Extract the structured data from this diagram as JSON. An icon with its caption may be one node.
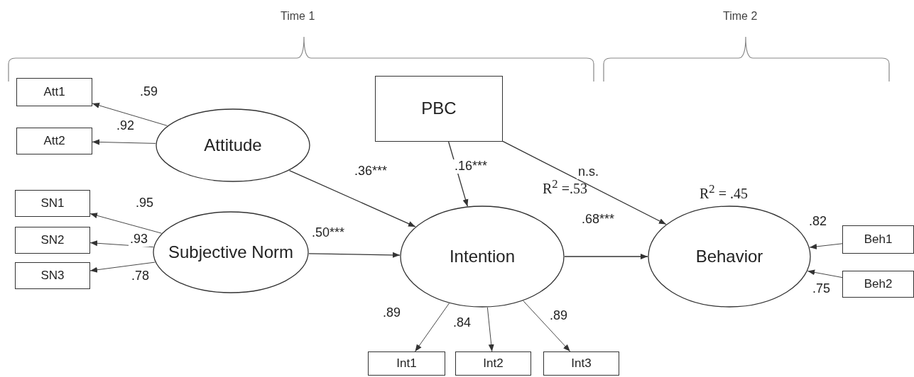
{
  "diagram": {
    "nodes": [
      {
        "text": [
          "Att1"
        ]
      },
      {
        "text": [
          "Att2"
        ]
      },
      {
        "text": [
          "Attitude"
        ]
      },
      {
        "text": [
          "PBC"
        ]
      },
      {
        "text": [
          "SN1"
        ]
      },
      {
        "text": [
          "SN2"
        ]
      },
      {
        "text": [
          "SN3"
        ]
      },
      {
        "text": [
          "Subjective Norm"
        ]
      },
      {
        "text": [
          "Intention"
        ],
        "beside": [
          "R$^{2}$ =.53"
        ]
      },
      {
        "text": [
          "Behavior"
        ],
        "beside": [
          "R$^{2}$ = .45"
        ]
      },
      {
        "text": [
          "Beh1"
        ]
      },
      {
        "text": [
          "Beh2"
        ]
      },
      {
        "text": [
          "Int1"
        ]
      },
      {
        "text": [
          "Int2"
        ]
      },
      {
        "text": [
          "Int3"
        ]
      }
    ],
    "edges": [
      {
        "from": 2,
        "to": 0,
        "arrow": "to",
        "label": ".59"
      },
      {
        "from": 2,
        "to": 1,
        "arrow": "to",
        "label": ".92"
      },
      {
        "from": 7,
        "to": 4,
        "arrow": "to",
        "label": ".95"
      },
      {
        "from": 7,
        "to": 5,
        "arrow": "to",
        "label": ".93"
      },
      {
        "from": 7,
        "to": 6,
        "arrow": "to",
        "label": ".78"
      },
      {
        "from": 2,
        "to": 8,
        "arrow": "to",
        "label": ".36***"
      },
      {
        "from": 3,
        "to": 8,
        "arrow": "to",
        "label": ".16***"
      },
      {
        "from": 3,
        "to": 9,
        "arrow": "to",
        "label": "n.s."
      },
      {
        "from": 7,
        "to": 8,
        "arrow": "to",
        "label": ".50***"
      },
      {
        "from": 8,
        "to": 9,
        "arrow": "to",
        "label": ".68***"
      },
      {
        "from": 10,
        "to": 9,
        "arrow": "to",
        "label": ".82"
      },
      {
        "from": 11,
        "to": 9,
        "arrow": "to",
        "label": ".75"
      },
      {
        "from": 8,
        "to": 12,
        "arrow": "to",
        "label": ".89"
      },
      {
        "from": 8,
        "to": 13,
        "arrow": "to",
        "label": ".84"
      },
      {
        "from": 8,
        "to": 14,
        "arrow": "to",
        "label": ".89"
      }
    ],
    "labels": [
      "Time 1",
      "Time 2"
    ]
  }
}
